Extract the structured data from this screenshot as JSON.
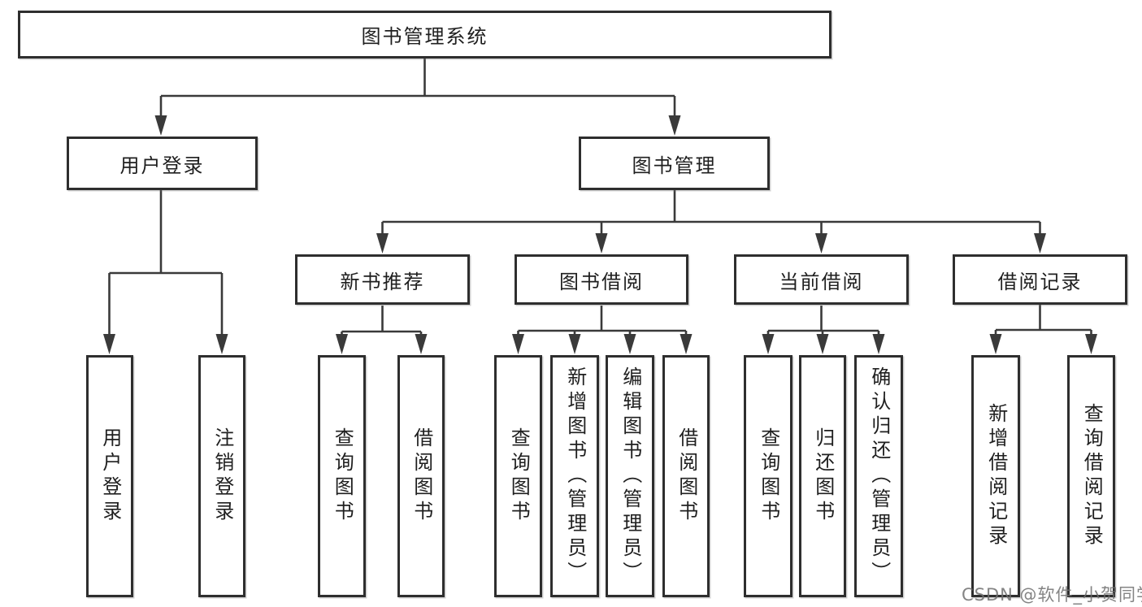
{
  "diagram": {
    "title": "图书管理系统",
    "branches": [
      {
        "label": "用户登录",
        "children": [
          "用户登录",
          "注销登录"
        ]
      },
      {
        "label": "图书管理",
        "groups": [
          {
            "label": "新书推荐",
            "children": [
              "查询图书",
              "借阅图书"
            ]
          },
          {
            "label": "图书借阅",
            "children": [
              "查询图书",
              "新增图书（管理员）",
              "编辑图书（管理员）",
              "借阅图书"
            ]
          },
          {
            "label": "当前借阅",
            "children": [
              "查询图书",
              "归还图书",
              "确认归还（管理员）"
            ]
          },
          {
            "label": "借阅记录",
            "children": [
              "新增借阅记录",
              "查询借阅记录"
            ]
          }
        ]
      }
    ]
  },
  "watermark": "CSDN @软件_小贺同学",
  "colors": {
    "line": "#3a3a3a",
    "box_border": "#2e2e2e",
    "text": "#1f1f1f",
    "background": "#ffffff",
    "watermark": "#6e6e6e"
  }
}
